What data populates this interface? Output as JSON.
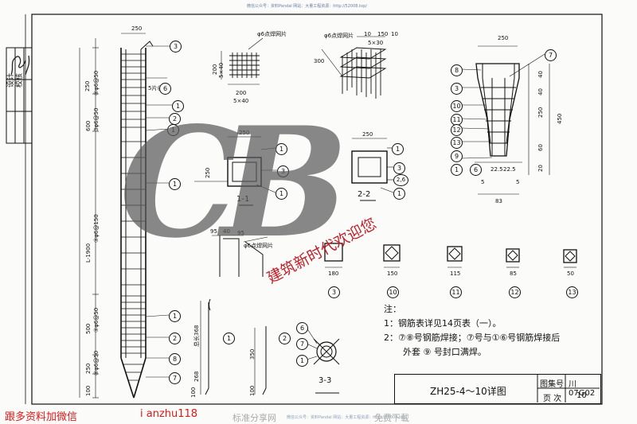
{
  "top_watermark": "微信公众号：资料Pandal  网站：大量工程资源：http://52008.top/",
  "left_block": {
    "label_design": "设计",
    "label_check": "校核"
  },
  "dims": {
    "d250": "250",
    "d200": "200",
    "d300": "300",
    "d150": "150",
    "d10": "10",
    "d30": "30",
    "d600": "600",
    "d500": "500",
    "d100": "100",
    "d115": "115",
    "d85": "85",
    "d50": "50",
    "d180": "180",
    "d40": "40",
    "d60": "60",
    "d20": "20",
    "d450": "450",
    "d5": "5",
    "d83": "83",
    "d22_5": "22.5",
    "d95": "95",
    "d268": "268",
    "d368": "368",
    "d350": "350",
    "d250b": "250"
  },
  "left_column": {
    "s1": "③φ6@50",
    "s2": "3φ6@50",
    "s3": "L-1900",
    "s4": "③φ6@150",
    "s5": "③φ6@50",
    "s6": "③φ6@50",
    "s7": "5片@50"
  },
  "mesh_labels": {
    "mesh_a": "φ6点焊网片",
    "mesh_b": "φ6点焊网片",
    "mesh_c": "φ6点焊网片",
    "s40": "5×40",
    "s30": "5×30",
    "s40b": "5×40"
  },
  "sections": {
    "s11": "1-1",
    "s22": "2-2",
    "s33": "3-3"
  },
  "long_dims": {
    "total": "总长368",
    "seg": "350"
  },
  "circles": {
    "c1": "1",
    "c2": "2",
    "c3": "3",
    "c6": "6",
    "c7": "7",
    "c8": "8",
    "c9": "9",
    "c10": "10",
    "c11": "11",
    "c12": "12",
    "c13": "13",
    "c26": "2,6"
  },
  "notes": {
    "title": "注：",
    "n1": "1：钢筋表详见14页表（一）。",
    "n2a": "2：⑦⑧号钢筋焊接；⑦号与①⑥号钢筋焊接后",
    "n2b": "外套 ⑨ 号封口满焊。"
  },
  "title_block": {
    "drawing_title": "ZH25-4～10详图",
    "atlas_label": "图集号",
    "atlas_no": "川07G02",
    "page_label": "页 次",
    "page_no": "10"
  },
  "watermark_logo": "CB",
  "stamp_text": "建筑新时代欢迎您",
  "bottom": {
    "contact_left": "跟多资料加微信",
    "contact_id": "i anzhu118",
    "share_left": "标准分享网",
    "share_url": "微信公众号：资料Pandal  网站：大量工程资源：http://52008.top/",
    "share_right": "免费下载"
  },
  "colors": {
    "ink": "#111111",
    "stamp": "#c0202a",
    "contact": "#e01818",
    "logo": "#5a5a5a"
  }
}
